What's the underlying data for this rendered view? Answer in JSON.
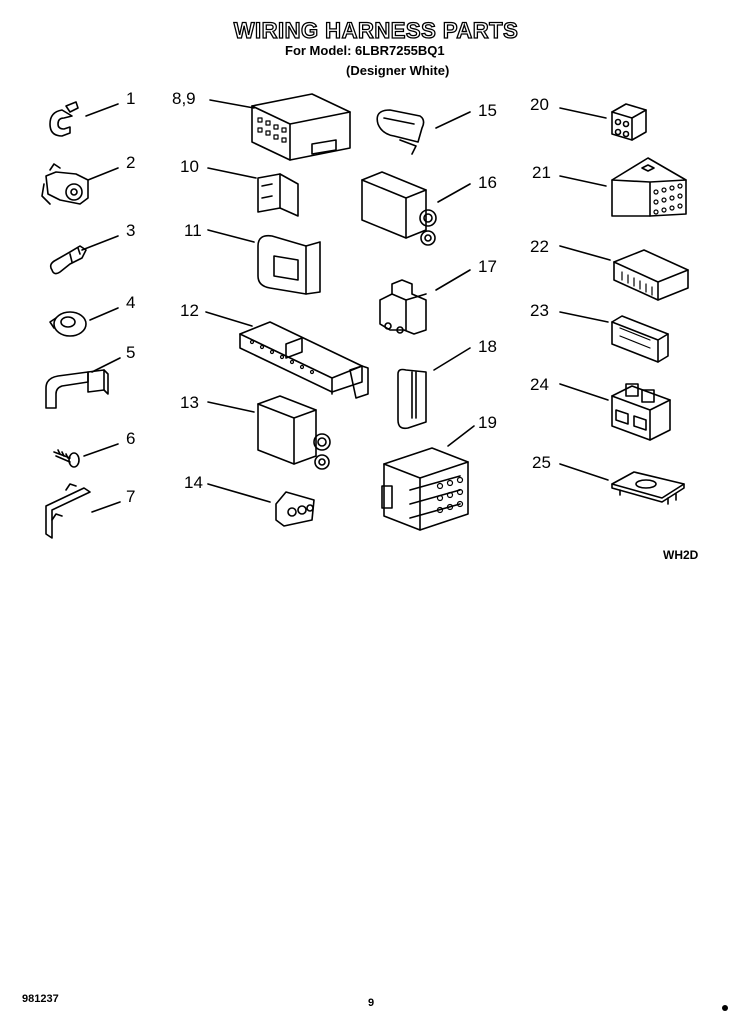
{
  "header": {
    "title": "WIRING HARNESS PARTS",
    "model_line": "For Model: 6LBR7255BQ1",
    "color_line": "(Designer White)"
  },
  "diagram_code": "WH2D",
  "footer": {
    "doc_number": "981237",
    "page_number": "9"
  },
  "callouts": {
    "c1": "1",
    "c2": "2",
    "c3": "3",
    "c4": "4",
    "c5": "5",
    "c6": "6",
    "c7": "7",
    "c89": "8,9",
    "c10": "10",
    "c11": "11",
    "c12": "12",
    "c13": "13",
    "c14": "14",
    "c15": "15",
    "c16": "16",
    "c17": "17",
    "c18": "18",
    "c19": "19",
    "c20": "20",
    "c21": "21",
    "c22": "22",
    "c23": "23",
    "c24": "24",
    "c25": "25"
  }
}
